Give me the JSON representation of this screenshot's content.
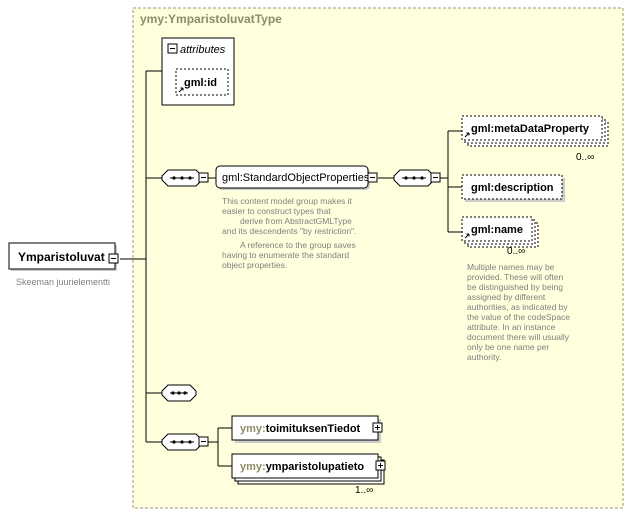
{
  "type_box": {
    "title": "ymy:YmparistoluvatType"
  },
  "root": {
    "label": "Ymparistoluvat",
    "caption": "Skeeman juurielementti"
  },
  "attributes": {
    "label": "attributes",
    "items": [
      "gml:id"
    ]
  },
  "std_props": {
    "label": "gml:StandardObjectProperties",
    "description": [
      "This content model group makes it",
      "easier to construct types that",
      "derive from AbstractGMLType",
      "and its descendents \"by restriction\".",
      "A reference to the group saves",
      "having to enumerate the standard",
      "object properties."
    ]
  },
  "gml_elements": {
    "metadata": {
      "label": "gml:metaDataProperty",
      "cardinality": "0..∞"
    },
    "description": {
      "label": "gml:description"
    },
    "name": {
      "label": "gml:name",
      "cardinality": "0..∞",
      "note": [
        "Multiple names may be",
        "provided.  These will often",
        "be distinguished by being",
        "assigned by different",
        "authorities, as indicated by",
        "the value of the codeSpace",
        "attribute.  In an instance",
        "document there will usually",
        "only be one name per",
        "authority."
      ]
    }
  },
  "ymy_elements": {
    "toimitus": {
      "prefix": "ymy:",
      "name": "toimituksenTiedot"
    },
    "ymparisto": {
      "prefix": "ymy:",
      "name": "ymparistolupatieto",
      "cardinality": "1..∞"
    }
  },
  "colors": {
    "type_box_fill": "#ffffdd",
    "type_box_border": "#9a9a70",
    "title_text": "#8c8c66",
    "note_text": "#808080",
    "line": "#000000"
  }
}
